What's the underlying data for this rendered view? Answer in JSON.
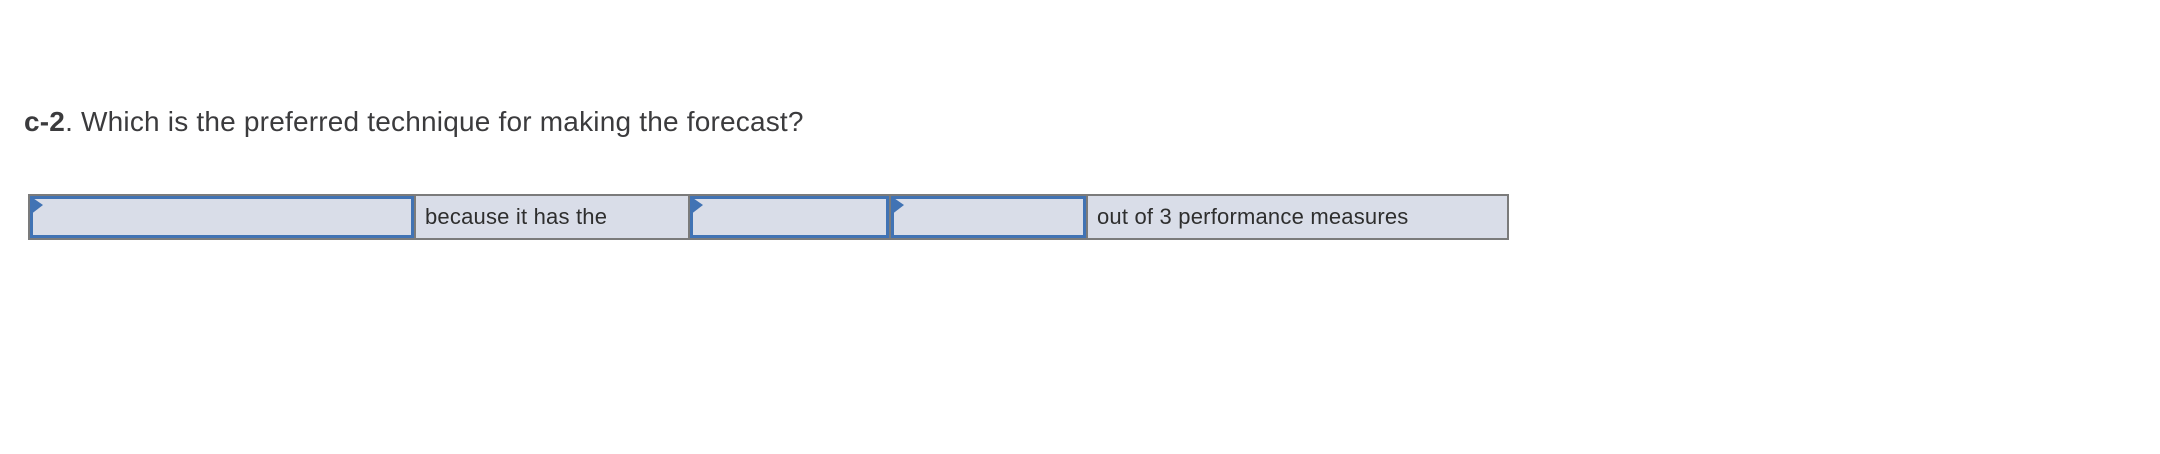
{
  "question": {
    "number": "c-2",
    "rest": ". Which is the preferred technique for making the forecast?"
  },
  "answer_row": {
    "cells": [
      {
        "type": "dropdown",
        "value": "",
        "placeholder": ""
      },
      {
        "type": "static",
        "label": "because it has the"
      },
      {
        "type": "dropdown",
        "value": "",
        "placeholder": ""
      },
      {
        "type": "dropdown",
        "value": "",
        "placeholder": ""
      },
      {
        "type": "static",
        "label": "out of 3 performance measures"
      }
    ]
  },
  "icons": {
    "dropdown_flag": "drop-zone-flag-icon"
  },
  "colors": {
    "page_background": "#ffffff",
    "cell_fill": "#d9dde8",
    "dropdown_border_blue": "#4173b4",
    "table_border_gray": "#7b7b7b",
    "question_text": "#3b3b3d",
    "cell_text": "#2e2e2e"
  }
}
